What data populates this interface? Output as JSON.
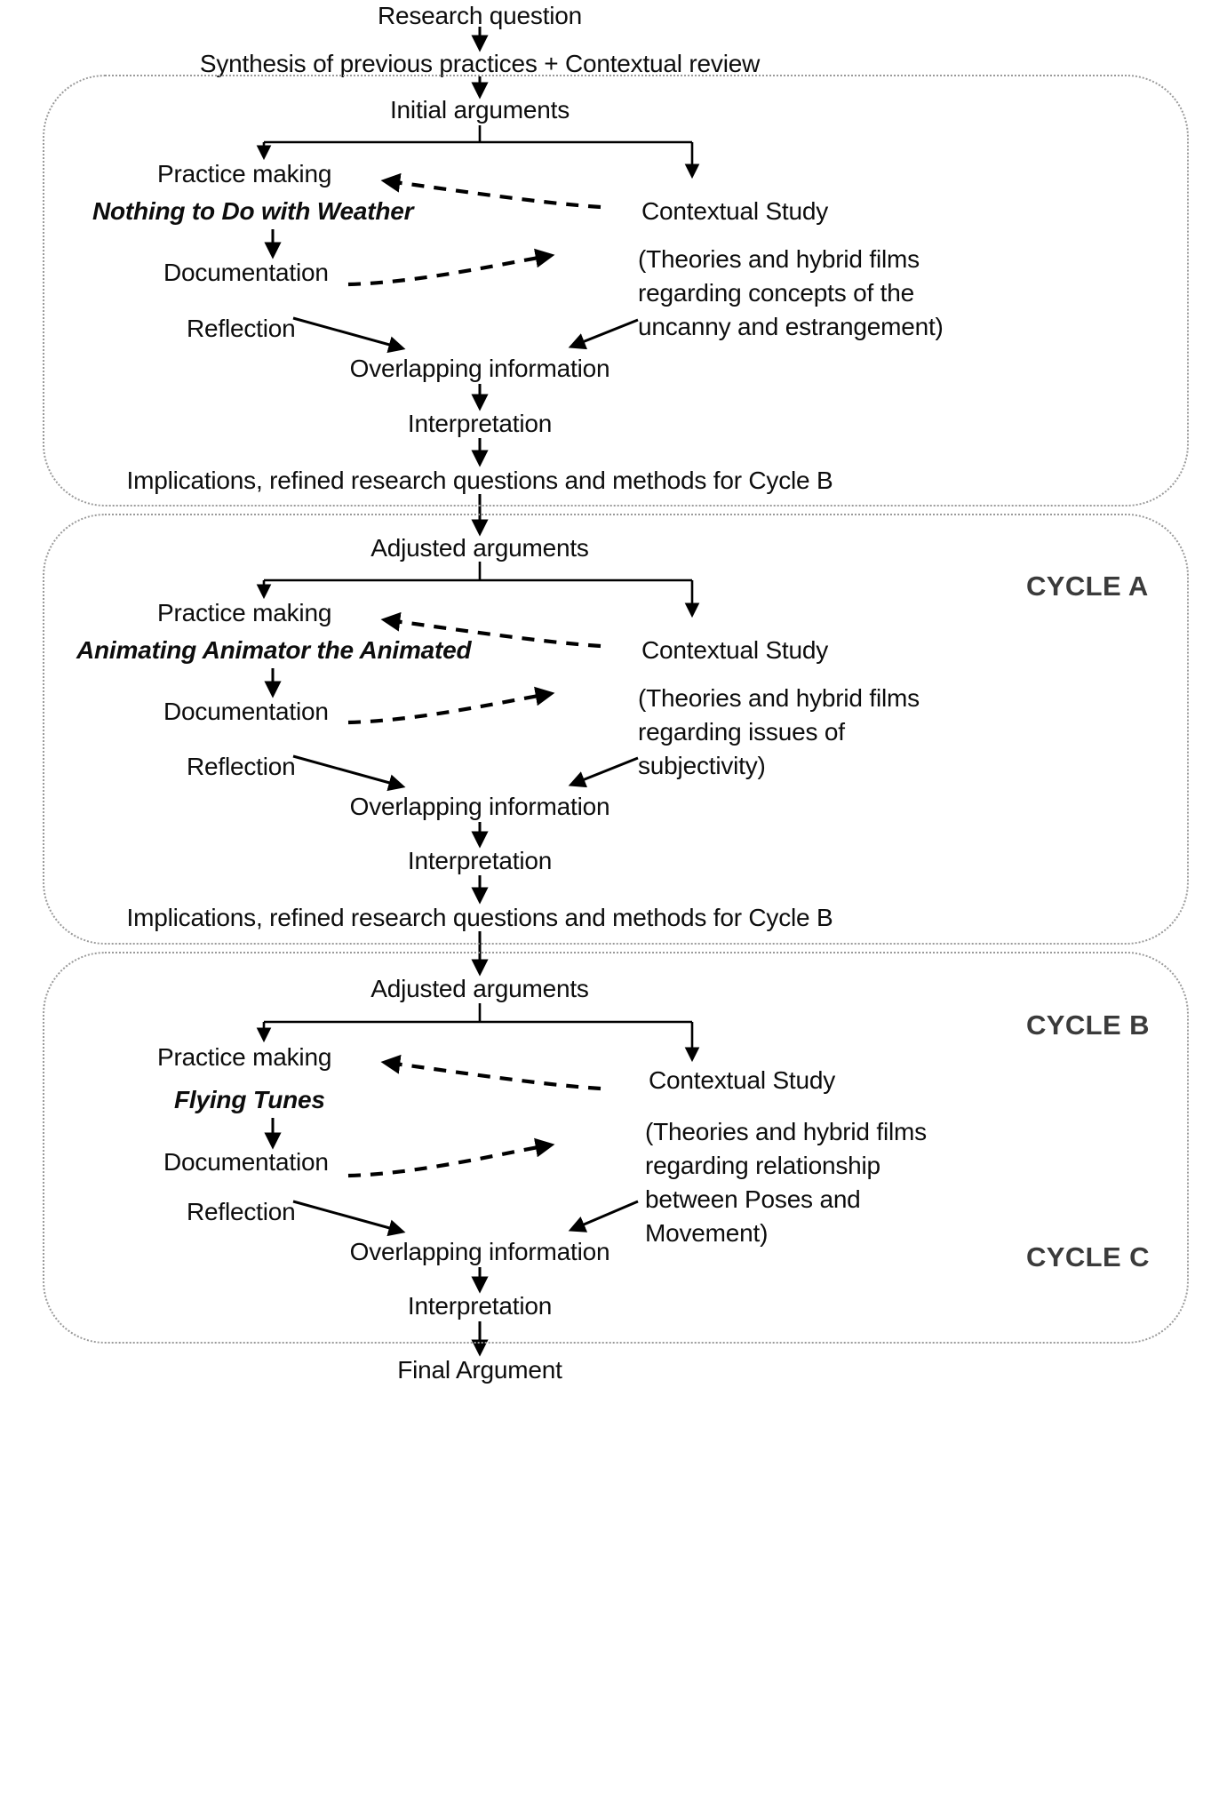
{
  "diagram": {
    "title": "Practice-led research three-cycle methodology flowchart",
    "intro": {
      "research_question": "Research question",
      "synthesis": "Synthesis of previous practices + Contextual review"
    },
    "cycles": [
      {
        "id": "cycle-a",
        "tag": "CYCLE A",
        "entry": "Initial arguments",
        "practice_making": "Practice making",
        "practice_title": "Nothing to Do with Weather",
        "documentation": "Documentation",
        "reflection": "Reflection",
        "contextual_study": "Contextual Study",
        "contextual_note_lines": [
          "(Theories and hybrid films",
          "regarding concepts of the",
          "uncanny and estrangement)"
        ],
        "overlapping": "Overlapping information",
        "interpretation": "Interpretation",
        "implications": "Implications, refined research questions and methods for Cycle B"
      },
      {
        "id": "cycle-b",
        "tag": "CYCLE B",
        "entry": "Adjusted arguments",
        "practice_making": "Practice making",
        "practice_title": "Animating Animator the Animated",
        "documentation": "Documentation",
        "reflection": "Reflection",
        "contextual_study": "Contextual Study",
        "contextual_note_lines": [
          "(Theories and hybrid films",
          "regarding issues of",
          "subjectivity)"
        ],
        "overlapping": "Overlapping information",
        "interpretation": "Interpretation",
        "implications": "Implications, refined research questions and methods for Cycle B"
      },
      {
        "id": "cycle-c",
        "tag": "CYCLE C",
        "entry": "Adjusted arguments",
        "practice_making": "Practice making",
        "practice_title": "Flying Tunes",
        "documentation": "Documentation",
        "reflection": "Reflection",
        "contextual_study": "Contextual Study",
        "contextual_note_lines": [
          "(Theories and hybrid films",
          "regarding relationship",
          "between Poses and",
          "Movement)"
        ],
        "overlapping": "Overlapping information",
        "interpretation": "Interpretation",
        "implications": ""
      }
    ],
    "outcome": {
      "final_argument": "Final Argument"
    },
    "colors": {
      "text": "#0d0d0d",
      "cycle_tag": "#3b3b3b",
      "box_border": "#9a9a9a",
      "connector": "#000000",
      "background": "#ffffff"
    }
  }
}
